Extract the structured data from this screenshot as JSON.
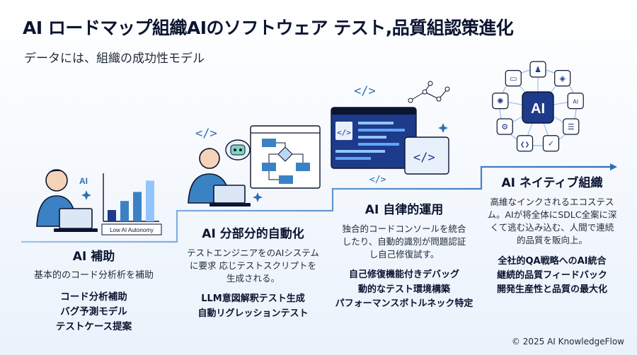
{
  "header": {
    "title": "AI ロードマップ組織AIのソフトウェア テスト,品質組認策進化",
    "subtitle": "データには、組織の成功性モデル"
  },
  "stages": [
    {
      "heading": "AI 補助",
      "desc": "基本的のコード分析析を補助",
      "items": [
        "コード分析補助",
        "バグ予測モデル",
        "テストケース提案"
      ],
      "illustration": {
        "badge": "AI",
        "chart_caption": "Low AI Autonomy",
        "bar_levels": [
          0.25,
          0.45,
          0.65,
          0.9
        ],
        "icons": [
          "person-icon",
          "laptop-icon",
          "sparkle-icon",
          "bar-chart-icon"
        ]
      }
    },
    {
      "heading": "AI 分部分的自動化",
      "desc": "テストエンジニアをのAIシステムに要求 応じテストスクリプトを生成される。",
      "items": [
        "LLM意図解釈テスト生成",
        "自動リグレッションテスト"
      ],
      "illustration": {
        "icons": [
          "person-icon",
          "laptop-icon",
          "code-icon",
          "robot-chat-icon",
          "flowchart-icon",
          "sparkle-icon"
        ]
      }
    },
    {
      "heading": "AI 自律的運用",
      "desc": "独合的コードコンソールを統合したり、自動的識別が問題認証し自己修復試す。",
      "items": [
        "自己修復機能付きデバッグ",
        "動的なテスト環境構築",
        "パフォーマンスボトルネック特定"
      ],
      "illustration": {
        "icons": [
          "code-icon",
          "network-icon",
          "code-window-icon",
          "sparkle-icon"
        ]
      }
    },
    {
      "heading": "AI ネイティブ組織",
      "desc": "高維なインクされるエコステスム。AIが将全体にSDLC全案に深くて逃む込み込む、人間で連続的品質を販向上。",
      "items": [
        "全社的QA戦略へのAI統合",
        "継続的品質フィードバック",
        "開発生産性と品質の最大化"
      ],
      "illustration": {
        "hub_label": "AI",
        "icons": [
          "team-icon",
          "cube-icon",
          "ai-head-icon",
          "profile-icon",
          "check-icon",
          "vscode-icon",
          "gear-icon",
          "openai-icon",
          "terminal-icon"
        ]
      }
    }
  ],
  "footer": {
    "text": "© 2025 AI KnowledgeFlow"
  },
  "colors": {
    "navy": "#0b1530",
    "accent": "#2f6db5",
    "light_blue": "#bcd7f2",
    "bar_dark": "#1e3a8a",
    "bar_light": "#93c5fd"
  }
}
